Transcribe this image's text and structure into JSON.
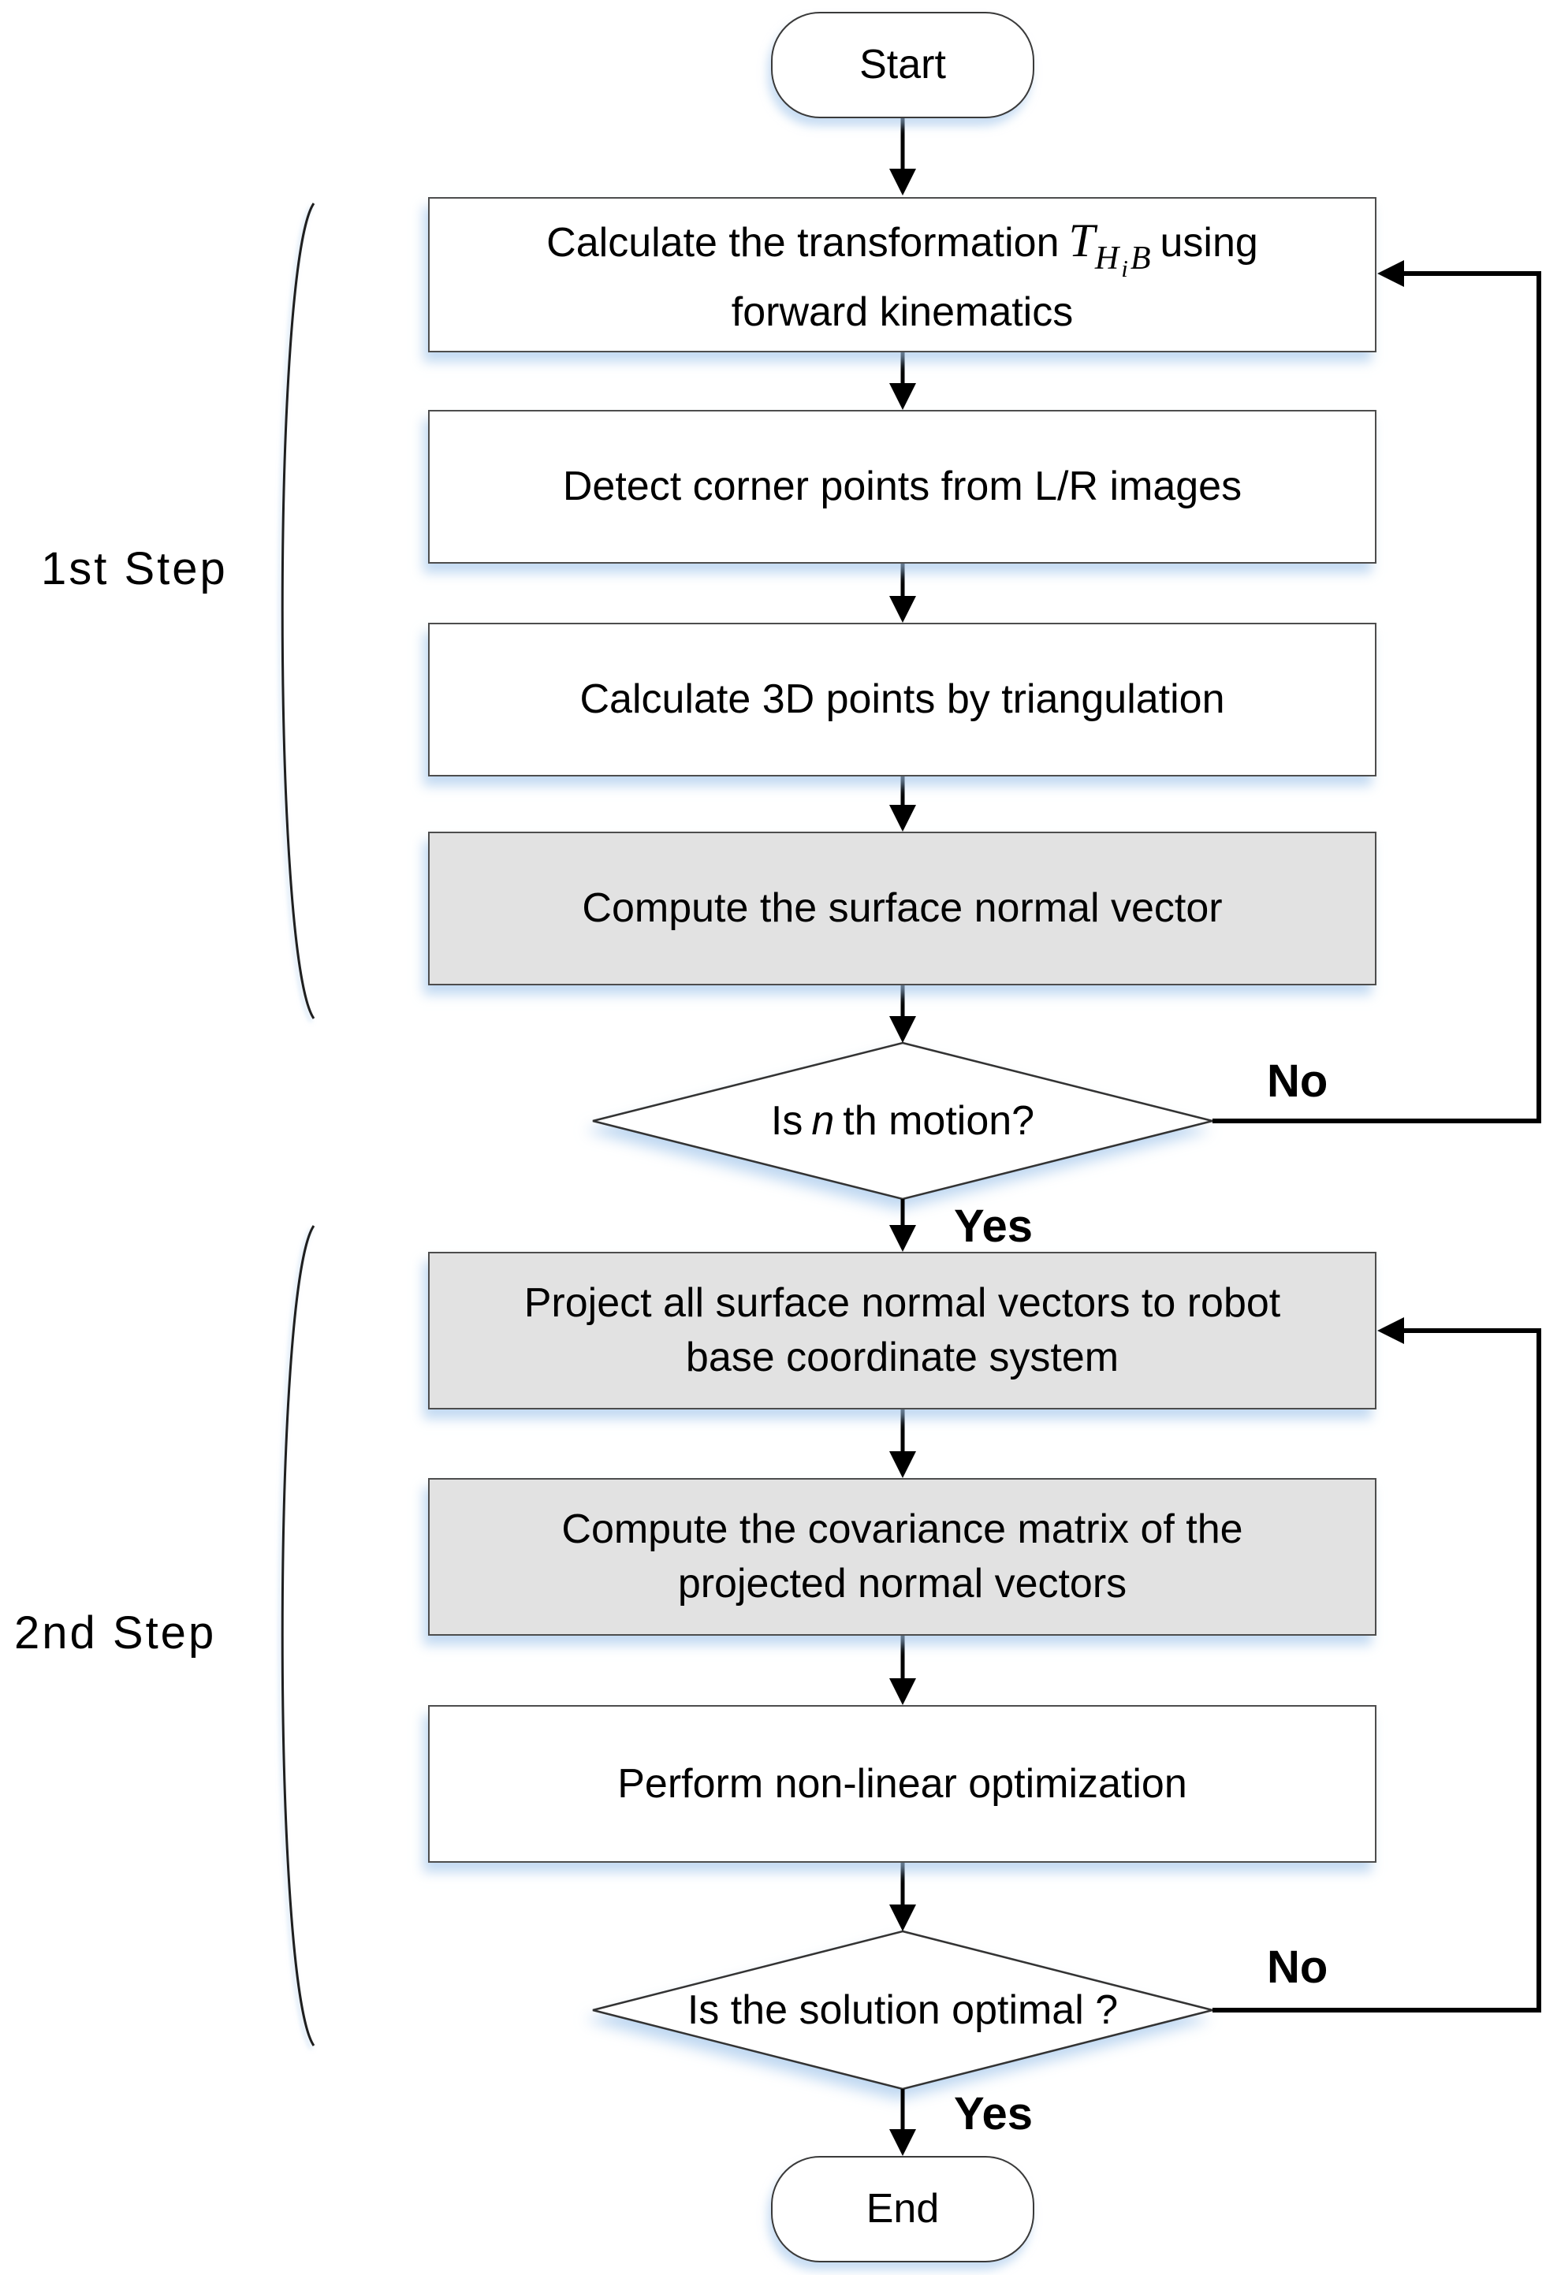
{
  "diagram": {
    "nodes": {
      "start": {
        "label": "Start"
      },
      "box1": {
        "line1_pre": "Calculate the transformation",
        "formula": {
          "base": "T",
          "sub_a": "H",
          "sub_b": "i",
          "sub_c": "B"
        },
        "line1_post": "using",
        "line2": "forward kinematics"
      },
      "box2": {
        "label": "Detect corner points from L/R images"
      },
      "box3": {
        "label": "Calculate 3D points by triangulation"
      },
      "box4": {
        "label": "Compute the surface normal vector"
      },
      "decision1": {
        "pre": "Is",
        "var": "n",
        "post": "th motion?"
      },
      "box5": {
        "line1": "Project all surface normal vectors to robot",
        "line2": "base coordinate system"
      },
      "box6": {
        "line1": "Compute the covariance matrix of the",
        "line2": "projected normal vectors"
      },
      "box7": {
        "label": "Perform non-linear optimization"
      },
      "decision2": {
        "label": "Is the solution optimal ?"
      },
      "end": {
        "label": "End"
      }
    },
    "edge_labels": {
      "decision1_no": "No",
      "decision1_yes": "Yes",
      "decision2_no": "No",
      "decision2_yes": "Yes"
    },
    "groups": {
      "step1": "1st Step",
      "step2": "2nd Step"
    },
    "palette": {
      "box_fill": "#ffffff",
      "shaded_fill": "#e2e2e2",
      "border": "#4d4d4d",
      "connector": "#000000",
      "shadow": "#a3c6eb"
    }
  }
}
